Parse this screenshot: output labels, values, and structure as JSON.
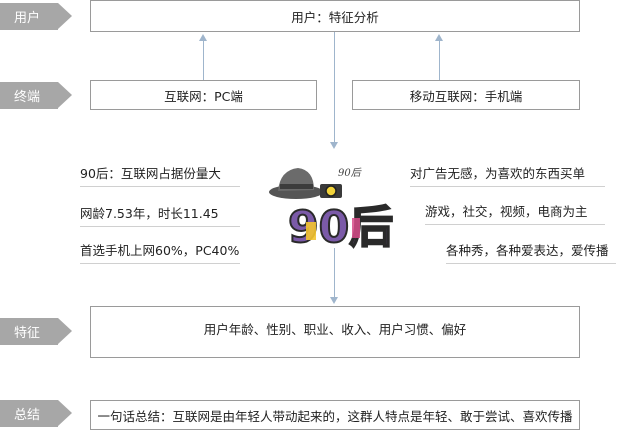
{
  "labels": {
    "user": "用户",
    "terminal": "终端",
    "features": "特征",
    "summary": "总结"
  },
  "boxes": {
    "top": "用户：特征分析",
    "pc": "互联网：PC端",
    "mobile": "移动互联网：手机端",
    "features": "用户年龄、性别、职业、收入、用户习惯、偏好",
    "summary": "一句话总结：互联网是由年轻人带动起来的，这群人特点是年轻、敢于尝试、喜欢传播"
  },
  "left_notes": [
    "90后：互联网占据份量大",
    "网龄7.53年，时长11.45",
    "首选手机上网60%，PC40%"
  ],
  "right_notes": [
    "对广告无感，为喜欢的东西买单",
    "游戏，社交，视频，电商为主",
    "各种秀，各种爱表达，爱传播"
  ],
  "logo": {
    "main_text": "90后",
    "small_text": "90后"
  }
}
